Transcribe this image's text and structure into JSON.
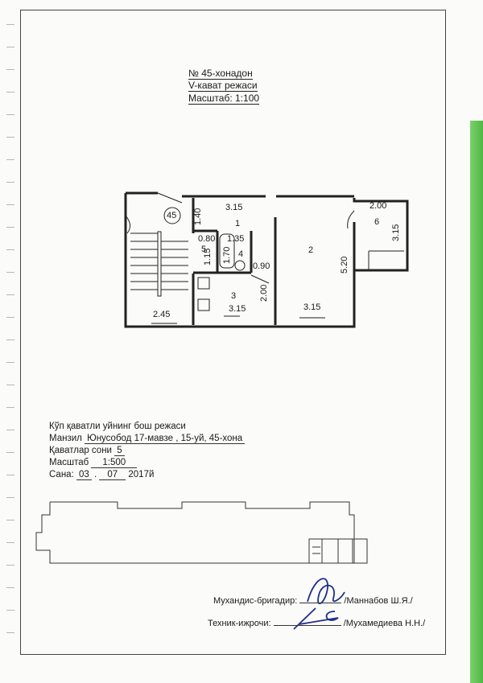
{
  "header": {
    "line1": "№ 45-хонадон",
    "line2": "V-кават режаси",
    "line3": "Масштаб: 1:100"
  },
  "plan": {
    "apartment_no": "45",
    "rooms": [
      {
        "id": "1",
        "label": "1"
      },
      {
        "id": "2",
        "label": "2"
      },
      {
        "id": "3",
        "label": "3"
      },
      {
        "id": "4",
        "label": "4"
      },
      {
        "id": "5",
        "label": "5"
      },
      {
        "id": "6",
        "label": "6"
      }
    ],
    "dimensions": [
      "3.15",
      "1.40",
      "0.80",
      "1.35",
      "1.15",
      "1.70",
      "0.90",
      "2.00",
      "3.15",
      "2.45",
      "5.20",
      "3.15",
      "2.00",
      "3.15"
    ]
  },
  "info": {
    "title": "Кўп қаватли уйнинг бош режаси",
    "address_label": "Манзил",
    "address_value": "Юнусобод 17-мавзе , 15-уй, 45-хона",
    "floors_label": "Қаватлар сони",
    "floors_value": "5",
    "scale_label": "Масштаб",
    "scale_value": "1:500",
    "date_label": "Сана:",
    "date_day": "03",
    "date_sep": ".",
    "date_month": "07",
    "date_year": "2017й"
  },
  "signatures": {
    "engineer_label": "Мухандис-бригадир:",
    "engineer_name": "/Маннабов Ш.Я./",
    "technician_label": "Техник-ижрочи:",
    "technician_name": "/Мухамедиева Н.Н./"
  },
  "colors": {
    "ink": "#1a1a1a",
    "green_edge": "#5cbf50",
    "signature": "#1f2f8a"
  }
}
